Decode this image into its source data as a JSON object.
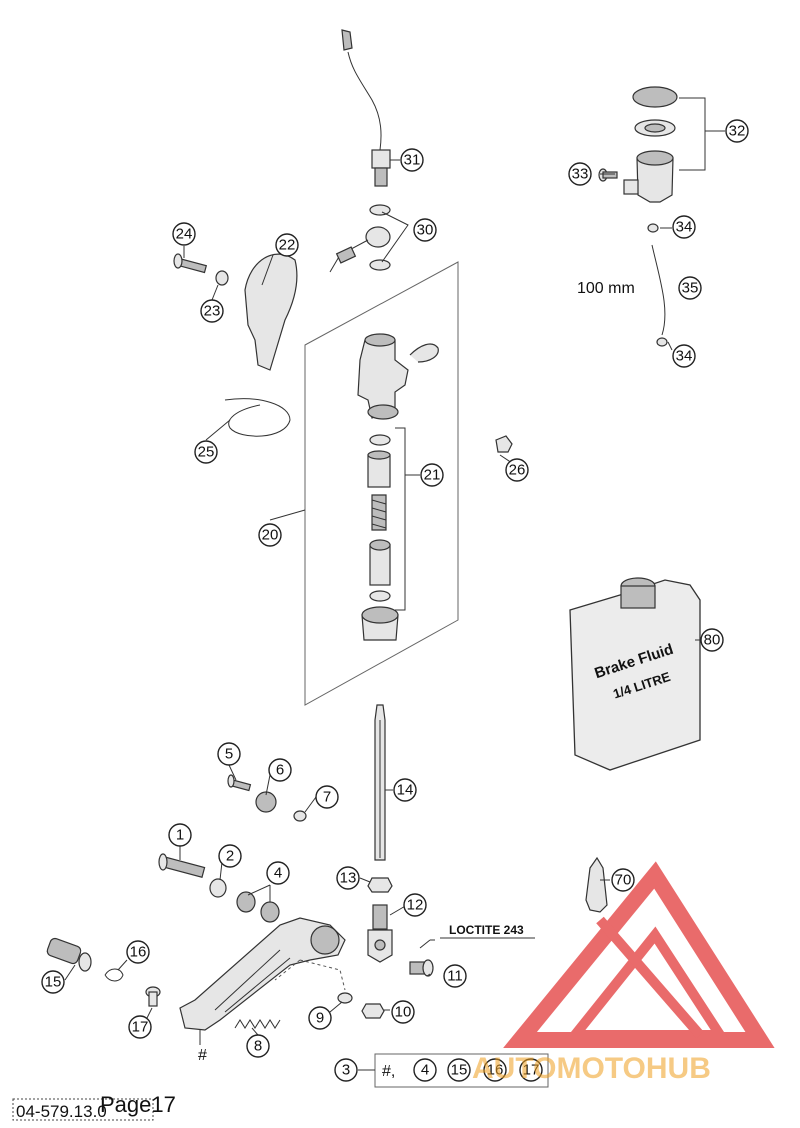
{
  "diagram": {
    "parts": [
      {
        "num": "1"
      },
      {
        "num": "2"
      },
      {
        "num": "3"
      },
      {
        "num": "4"
      },
      {
        "num": "5"
      },
      {
        "num": "6"
      },
      {
        "num": "7"
      },
      {
        "num": "8"
      },
      {
        "num": "9"
      },
      {
        "num": "10"
      },
      {
        "num": "11"
      },
      {
        "num": "12"
      },
      {
        "num": "13"
      },
      {
        "num": "14"
      },
      {
        "num": "15"
      },
      {
        "num": "16"
      },
      {
        "num": "17"
      },
      {
        "num": "20"
      },
      {
        "num": "21"
      },
      {
        "num": "22"
      },
      {
        "num": "23"
      },
      {
        "num": "24"
      },
      {
        "num": "25"
      },
      {
        "num": "26"
      },
      {
        "num": "30"
      },
      {
        "num": "31"
      },
      {
        "num": "32"
      },
      {
        "num": "33"
      },
      {
        "num": "34"
      },
      {
        "num": "35"
      },
      {
        "num": "70"
      },
      {
        "num": "80"
      }
    ],
    "hose_length": "100 mm",
    "loctite_label": "LOCTITE 243",
    "bottle_label_line1": "Brake Fluid",
    "bottle_label_line2": "1/4 LITRE",
    "kit_hash": "#,",
    "kit_items": [
      "4",
      "15",
      "16",
      "17"
    ],
    "hash_mark": "#",
    "drawing_number": "04-579.13.0",
    "page_label": "Page17",
    "watermark_text": "AUTOMOTOHUB",
    "watermark_colors": {
      "red": "#e23a3a",
      "orange": "#f0a020",
      "grey": "#666666"
    }
  }
}
